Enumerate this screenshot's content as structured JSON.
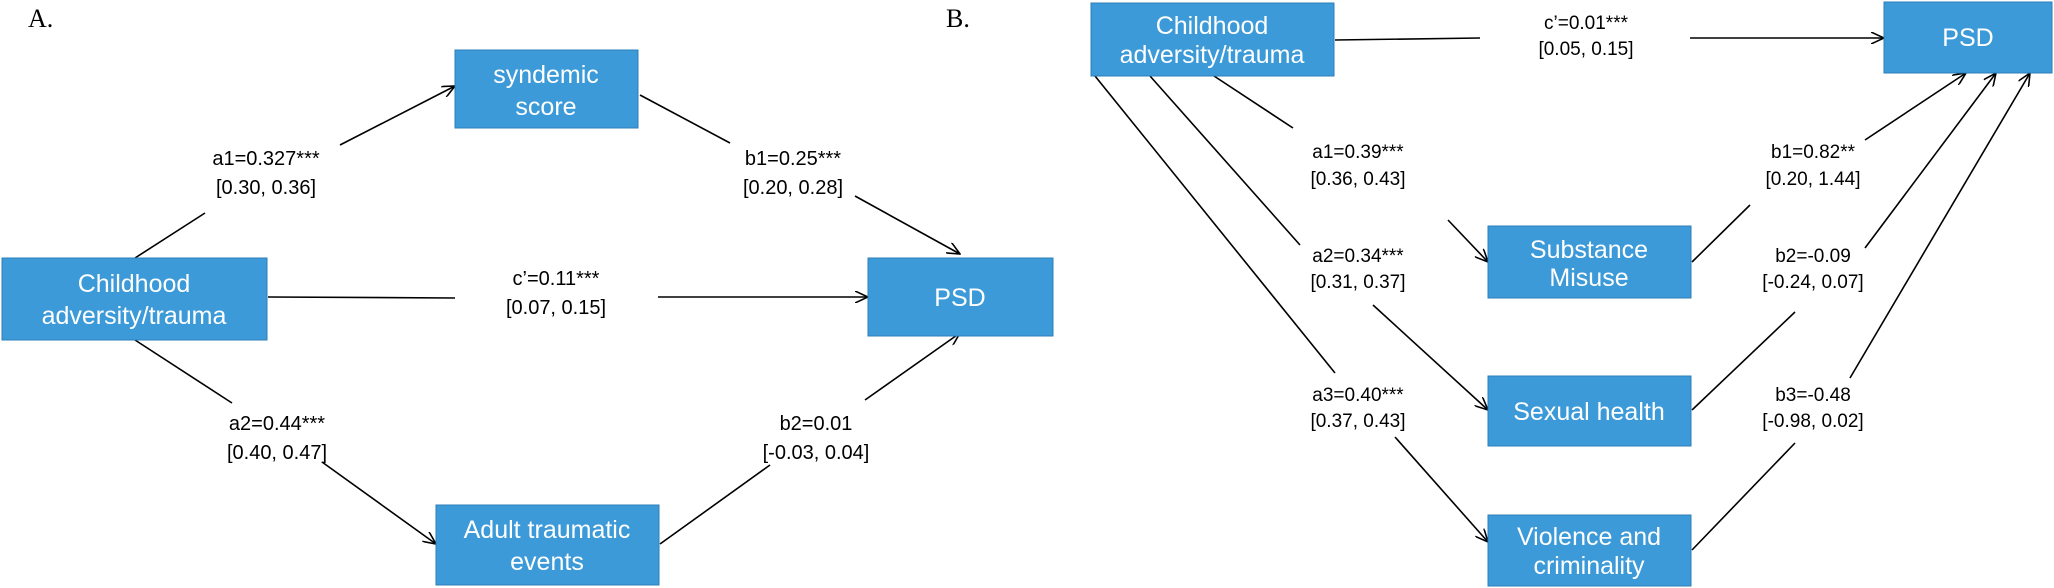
{
  "panel_a": {
    "label": "A.",
    "nodes": {
      "childhood": [
        "Childhood",
        "adversity/trauma"
      ],
      "syndemic": [
        "syndemic",
        "score"
      ],
      "adult": [
        "Adult traumatic",
        "events"
      ],
      "psd": [
        "PSD"
      ]
    },
    "paths": {
      "a1": [
        "a1=0.327***",
        "[0.30, 0.36]"
      ],
      "b1": [
        "b1=0.25***",
        "[0.20, 0.28]"
      ],
      "c": [
        "c’=0.11***",
        "[0.07, 0.15]"
      ],
      "a2": [
        "a2=0.44***",
        "[0.40, 0.47]"
      ],
      "b2": [
        "b2=0.01",
        "[-0.03, 0.04]"
      ]
    }
  },
  "panel_b": {
    "label": "B.",
    "nodes": {
      "childhood": [
        "Childhood",
        "adversity/trauma"
      ],
      "psd": [
        "PSD"
      ],
      "substance": [
        "Substance",
        "Misuse"
      ],
      "sexual": [
        "Sexual health"
      ],
      "violence": [
        "Violence and",
        "criminality"
      ]
    },
    "paths": {
      "c": [
        "c’=0.01***",
        "[0.05, 0.15]"
      ],
      "a1": [
        "a1=0.39***",
        "[0.36, 0.43]"
      ],
      "a2": [
        "a2=0.34***",
        "[0.31,  0.37]"
      ],
      "a3": [
        "a3=0.40***",
        "[0.37,  0.43]"
      ],
      "b1": [
        "b1=0.82**",
        "[0.20, 1.44]"
      ],
      "b2": [
        "b2=-0.09",
        "[-0.24, 0.07]"
      ],
      "b3": [
        "b3=-0.48",
        "[-0.98, 0.02]"
      ]
    }
  }
}
